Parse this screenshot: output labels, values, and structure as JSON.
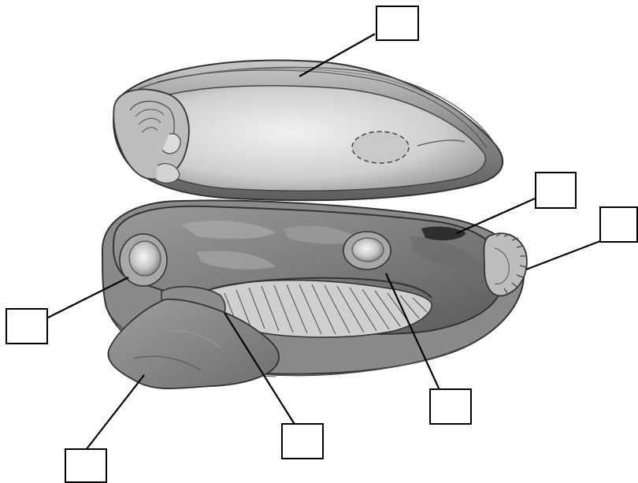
{
  "figure": {
    "subject": "clam-anatomy",
    "label_boxes": [
      {
        "id": "shell-top",
        "text": ""
      },
      {
        "id": "excurrent-siphon",
        "text": ""
      },
      {
        "id": "incurrent-siphon",
        "text": ""
      },
      {
        "id": "anterior-adductor",
        "text": ""
      },
      {
        "id": "posterior-adductor",
        "text": ""
      },
      {
        "id": "gills",
        "text": ""
      },
      {
        "id": "foot",
        "text": ""
      }
    ]
  }
}
